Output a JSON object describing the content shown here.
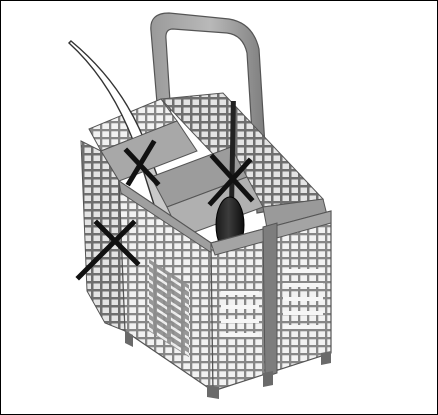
{
  "figure": {
    "subject": "cutlery-basket",
    "background_color": "#ffffff",
    "basket_color": "#8a8a8a",
    "basket_shadow_color": "#5c5c5c",
    "basket_highlight_color": "#b4b4b4",
    "cross_color": "#111111"
  },
  "marks": {
    "count": 3,
    "items": [
      {
        "symbol": "x",
        "meaning": "not-allowed",
        "target": "knife"
      },
      {
        "symbol": "x",
        "meaning": "not-allowed",
        "target": "spoon"
      },
      {
        "symbol": "x",
        "meaning": "not-allowed",
        "target": "outer-side"
      }
    ]
  }
}
